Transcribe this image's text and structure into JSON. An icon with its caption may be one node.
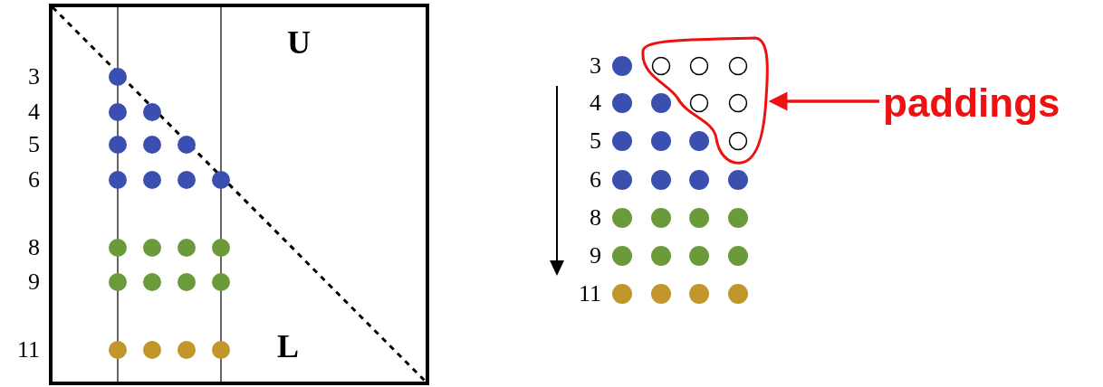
{
  "diagram": {
    "nodes": [
      {
        "text": [
          "paddings"
        ]
      },
      {
        "text": [],
        "shape": "loop"
      }
    ],
    "edges": [
      {
        "from": 0,
        "to": 1,
        "arrow": "to"
      }
    ],
    "labels": [
      "3",
      "4",
      "5",
      "6",
      "8",
      "9",
      "11",
      "U",
      "L",
      "3",
      "4",
      "5",
      "6",
      "8",
      "9",
      "11"
    ]
  }
}
